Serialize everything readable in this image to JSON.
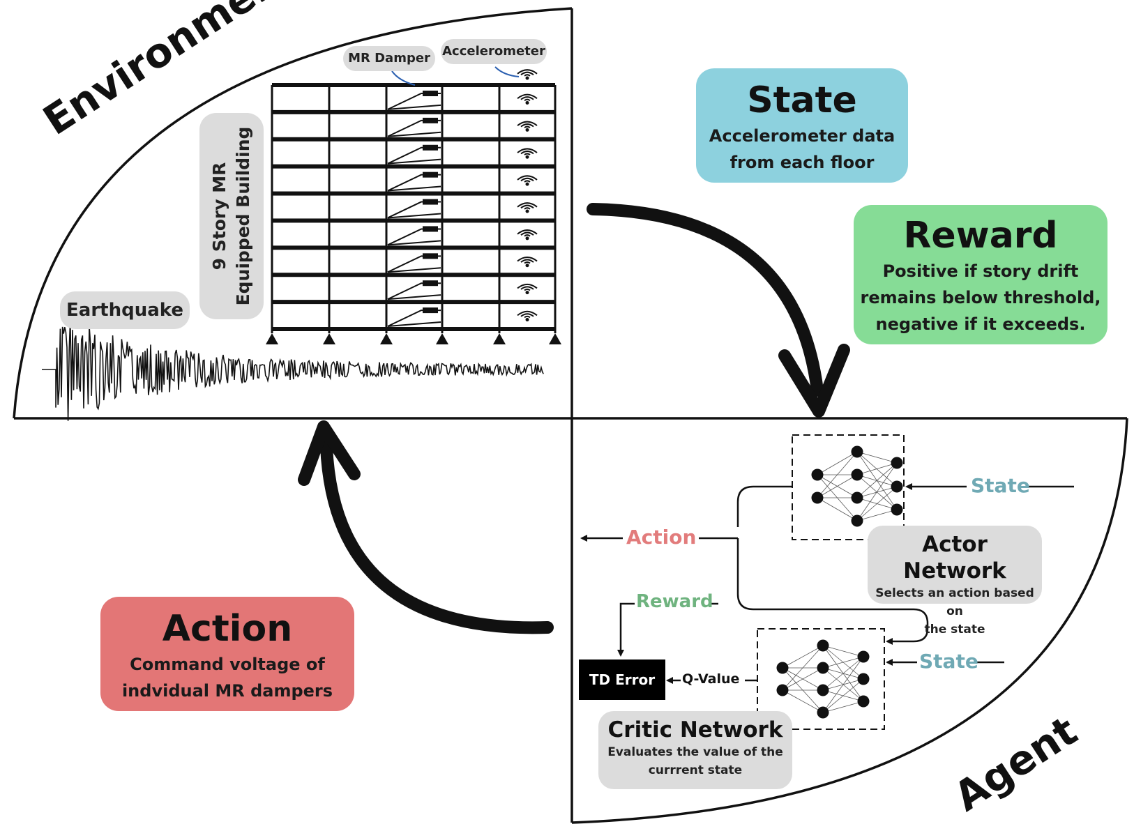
{
  "quadrants": {
    "environment": "Environment",
    "agent": "Agent"
  },
  "building": {
    "label_line1": "9 Story MR",
    "label_line2": "Equipped Building",
    "floors": 9,
    "mr_damper_label": "MR Damper",
    "accelerometer_label": "Accelerometer",
    "earthquake_label": "Earthquake"
  },
  "state_box": {
    "title": "State",
    "desc_line1": "Accelerometer data",
    "desc_line2": "from each floor",
    "color": "#8dd1de"
  },
  "reward_box": {
    "title": "Reward",
    "desc_line1": "Positive if story drift",
    "desc_line2": "remains below threshold,",
    "desc_line3": "negative if it exceeds.",
    "color": "#86dc96"
  },
  "action_box": {
    "title": "Action",
    "desc_line1": "Command voltage of",
    "desc_line2": "indvidual MR dampers",
    "color": "#e37676"
  },
  "agent": {
    "actor": {
      "title": "Actor Network",
      "desc_line1": "Selects an action based on",
      "desc_line2": "the state"
    },
    "critic": {
      "title": "Critic Network",
      "desc_line1": "Evaluates the value of the",
      "desc_line2": "currrent state"
    },
    "td_error": "TD Error",
    "q_value": "Q-Value",
    "state_label_actor": "State",
    "state_label_critic": "State",
    "action_label": "Action",
    "reward_label": "Reward",
    "state_color": "#6fa9b4",
    "action_color": "#e27c7c",
    "reward_color": "#6fb37f"
  }
}
